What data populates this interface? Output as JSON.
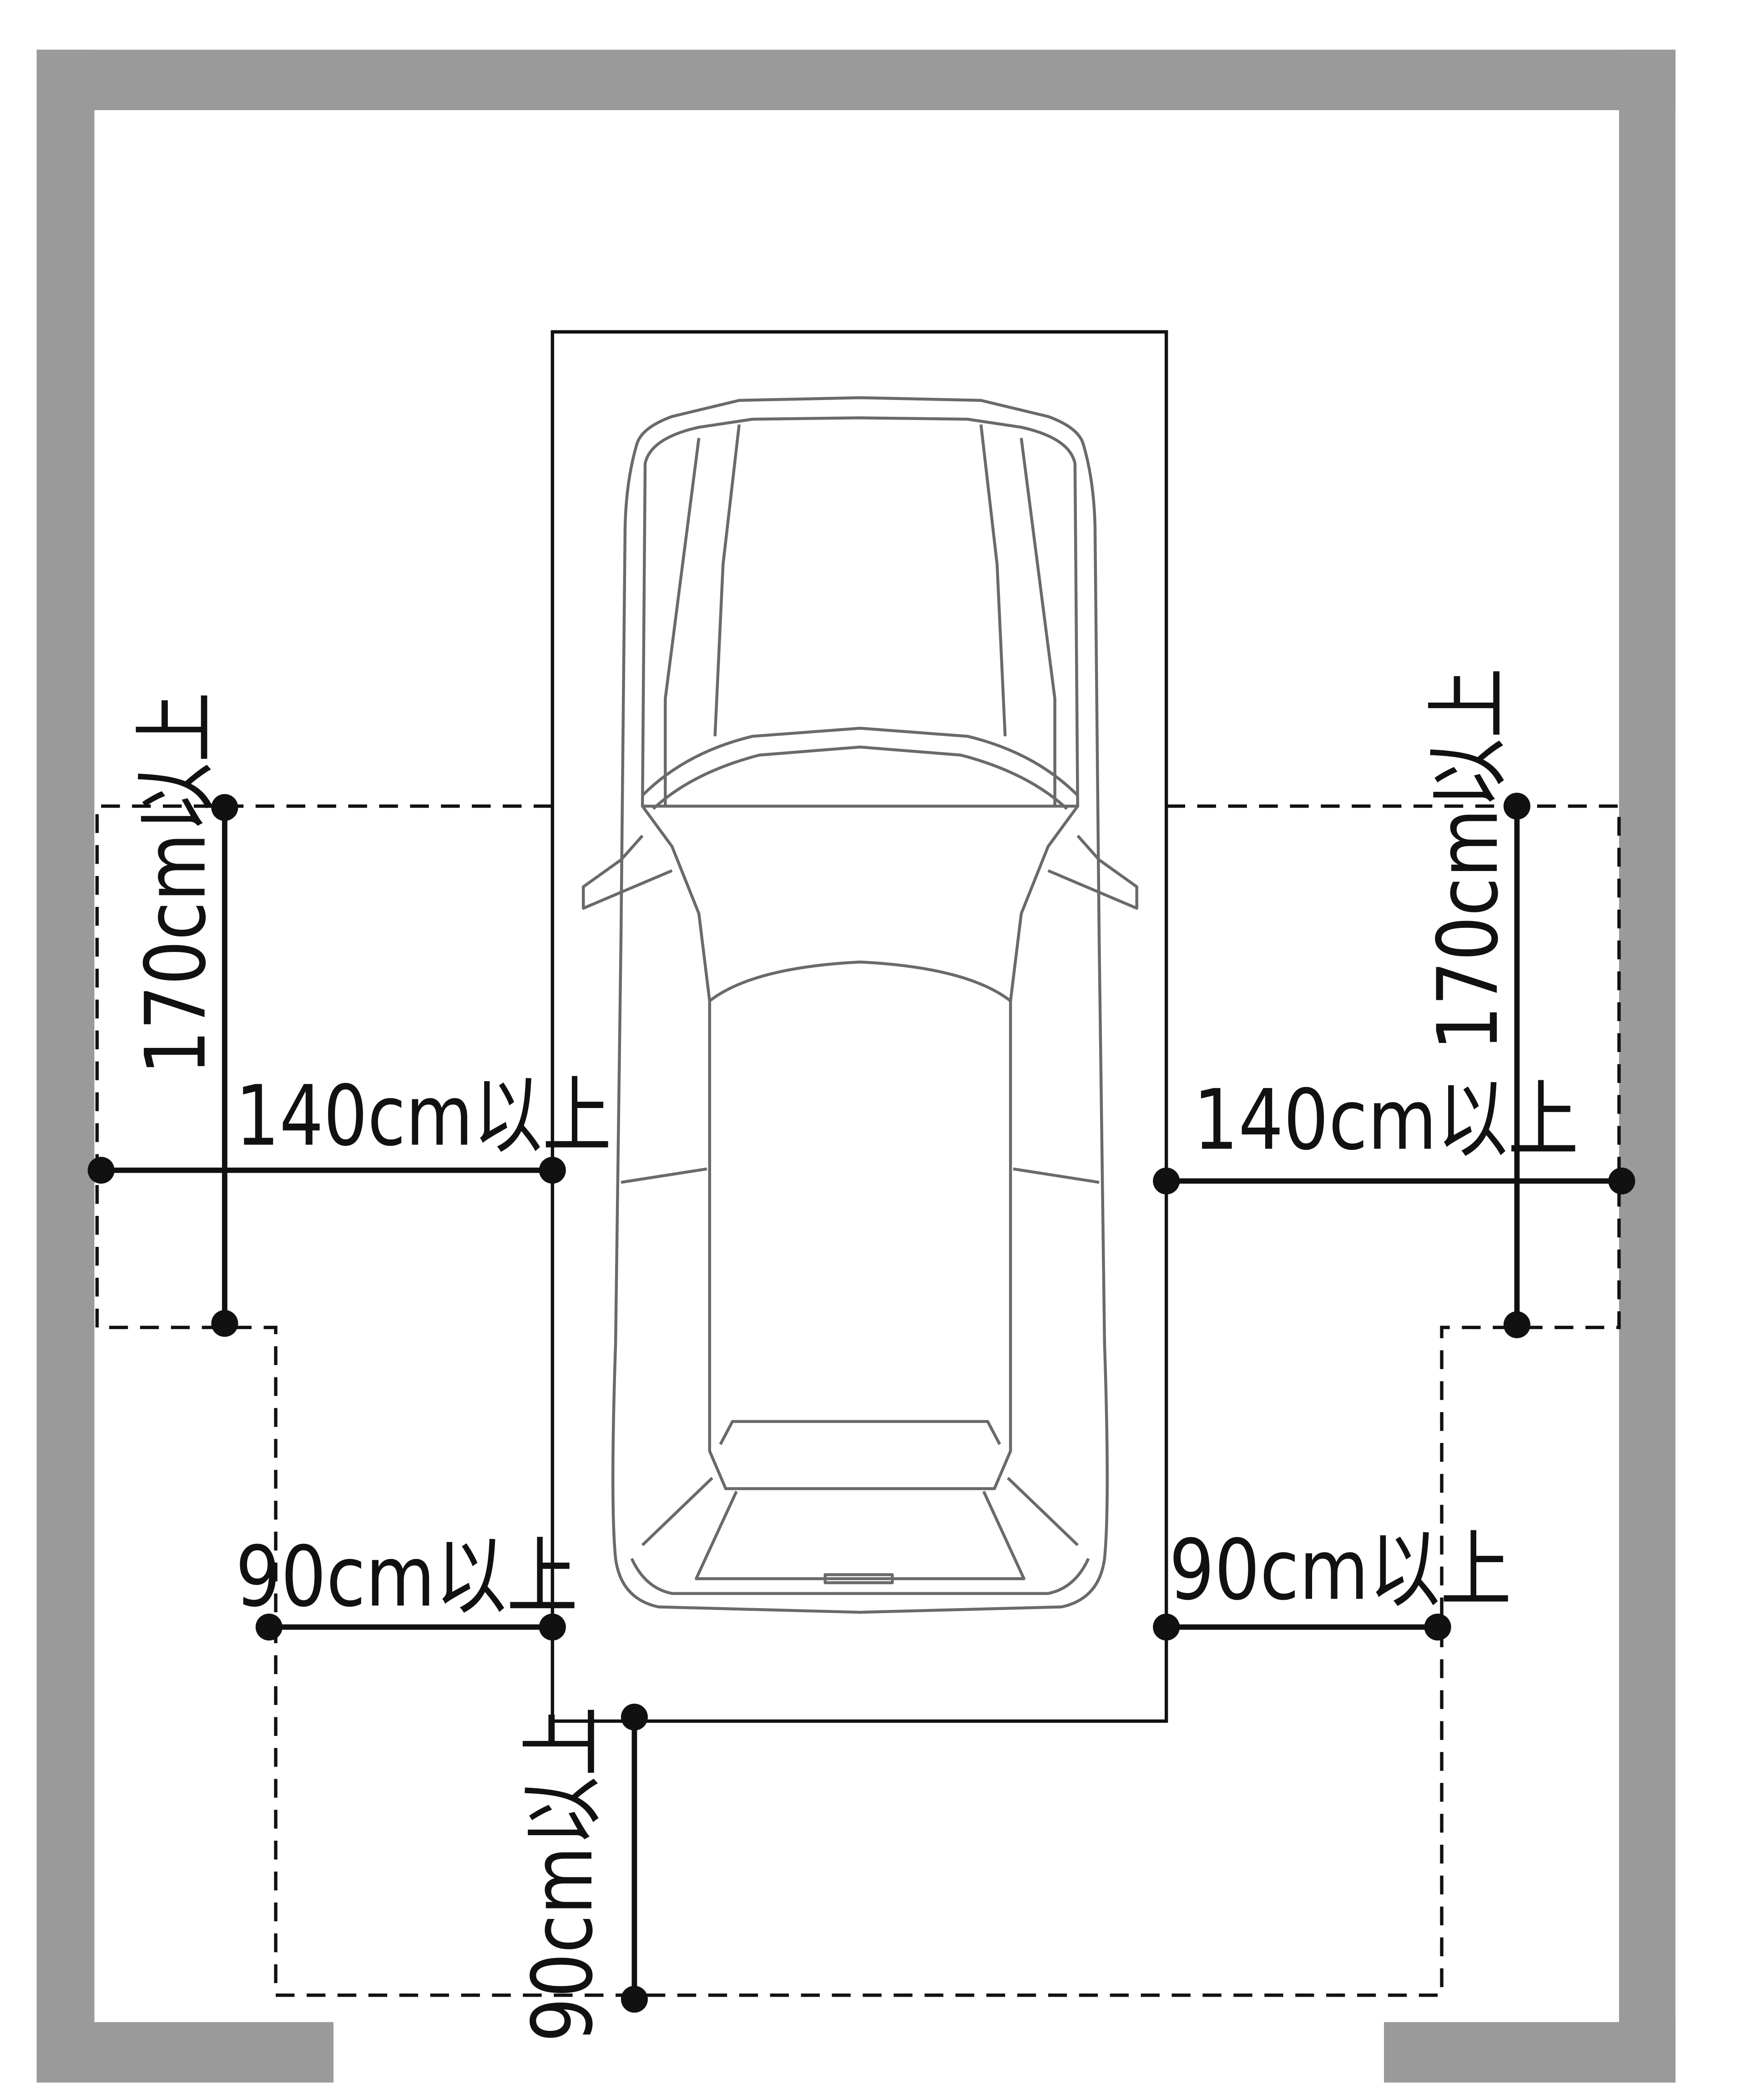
{
  "title": "Garage clearance diagram",
  "colors": {
    "wall": "#9a9a9a",
    "car_line": "#6a6a6a",
    "dimension": "#111111"
  },
  "dimensions": {
    "left_vertical": "170cm以上",
    "right_vertical": "170cm以上",
    "left_horizontal": "140cm以上",
    "right_horizontal": "140cm以上",
    "left_bottom": "90cm以上",
    "right_bottom": "90cm以上",
    "rear_vertical": "90cm以上"
  }
}
